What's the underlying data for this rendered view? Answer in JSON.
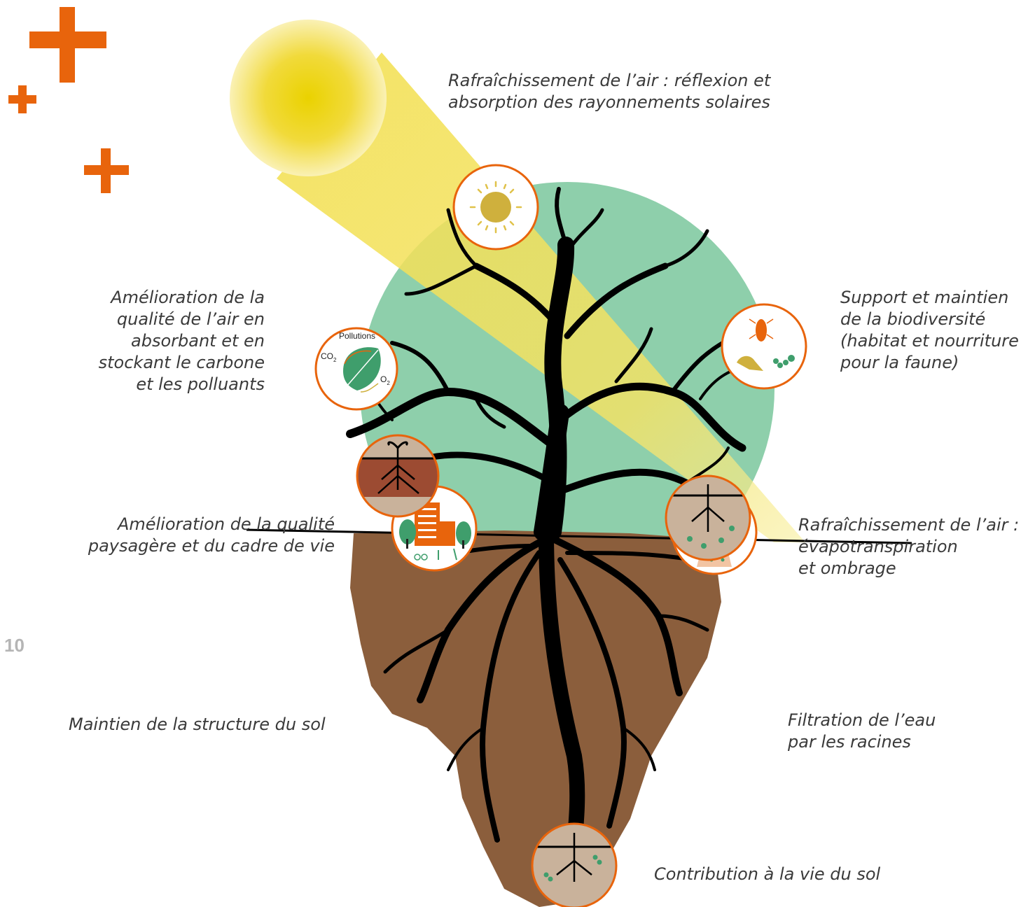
{
  "page_number": "10",
  "colors": {
    "accent_orange": "#e8640c",
    "canopy_green": "#8ecfab",
    "soil_brown": "#8b5e3c",
    "sun_yellow": "#f1d31c",
    "trunk": "#000000",
    "text": "#3a3a3a"
  },
  "labels": {
    "air_cooling_radiation": [
      "Rafraîchissement de l’air : réflexion et",
      "absorption des rayonnements solaires"
    ],
    "air_quality": [
      "Amélioration de la",
      "qualité de l’air en",
      "absorbant et en",
      "stockant le carbone",
      "et les polluants"
    ],
    "biodiversity": [
      "Support et maintien",
      "de la biodiversité",
      "(habitat et nourriture",
      "pour la faune)"
    ],
    "landscape": [
      "Amélioration de la qualité",
      "paysagère et du cadre de vie"
    ],
    "air_cooling_evapo": [
      "Rafraîchissement de l’air  :",
      "évapotranspiration",
      "et ombrage"
    ],
    "soil_structure": [
      "Maintien de la structure du sol"
    ],
    "water_filtration": [
      "Filtration de l’eau",
      "par les racines"
    ],
    "soil_life": [
      "Contribution à la vie du sol"
    ]
  },
  "icon_text": {
    "pollutions": "Pollutions",
    "co2": "CO",
    "co2_sub": "2",
    "o2": "O",
    "o2_sub": "2"
  },
  "icons": [
    "sun-icon",
    "leaf-pollution-icon",
    "biodiversity-icon",
    "city-landscape-icon",
    "tree-evapotranspiration-icon",
    "soil-structure-icon",
    "water-filtration-icon",
    "soil-life-icon"
  ]
}
